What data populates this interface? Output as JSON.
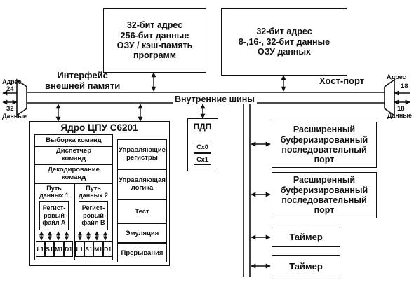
{
  "program_memory": {
    "lines": [
      "32-бит адрес",
      "256-бит данные",
      "ОЗУ / кэш-память",
      "программ"
    ]
  },
  "data_memory": {
    "lines": [
      "32-бит адрес",
      "8-,16-, 32-бит данные",
      "ОЗУ данных"
    ]
  },
  "emif": {
    "title_lines": [
      "Интерфейс",
      "внешней памяти"
    ],
    "addr_label": "Адрес",
    "addr_width": "24",
    "data_width": "32",
    "data_label": "Данные"
  },
  "host_port": {
    "title": "Хост-порт",
    "addr_label": "Адрес",
    "addr_width": "18",
    "data_width": "18",
    "data_label": "Данные"
  },
  "internal_bus": "Внутренние шины",
  "cpu": {
    "title": "Ядро ЦПУ С6201",
    "fetch": "Выборка команд",
    "dispatch": [
      "Диспетчер",
      "команд"
    ],
    "decode": [
      "Декодирование",
      "команд"
    ],
    "path1": [
      "Путь",
      "данных 1"
    ],
    "path2": [
      "Путь",
      "данных 2"
    ],
    "regfile_a": [
      "Регист-",
      "ровый",
      "файл А"
    ],
    "regfile_b": [
      "Регист-",
      "ровый",
      "файл В"
    ],
    "units_a": [
      "L1",
      "S1",
      "M1",
      "D1"
    ],
    "units_b": [
      "L1",
      "S1",
      "M1",
      "D1"
    ],
    "control_registers": [
      "Управляющие",
      "регистры"
    ],
    "control_logic": [
      "Управляющая",
      "логика"
    ],
    "test": "Тест",
    "emulation": "Эмуляция",
    "interrupts": "Прерывания"
  },
  "dma": {
    "title": "ПДП",
    "ch0": "Cx0",
    "ch1": "Cx1"
  },
  "serial_port_1": [
    "Расширенный",
    "буферизированный",
    "последовательный",
    "порт"
  ],
  "serial_port_2": [
    "Расширенный",
    "буферизированный",
    "последовательный",
    "порт"
  ],
  "timer_1": "Таймер",
  "timer_2": "Таймер"
}
